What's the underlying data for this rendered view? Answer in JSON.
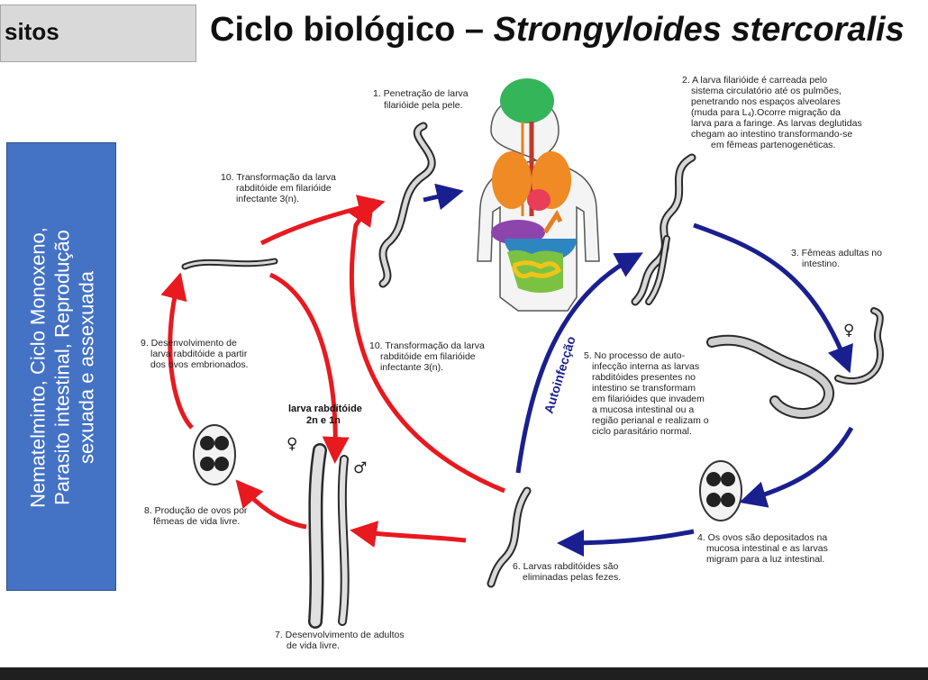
{
  "header": {
    "tab_label": "sitos",
    "title_plain": "Ciclo biológico – ",
    "title_italic": "Strongyloides stercoralis"
  },
  "sidebar": {
    "lines": [
      "Nematelminto, Ciclo Monoxeno,",
      "Parasito intestinal, Reprodução",
      "sexuada e assexuada"
    ]
  },
  "steps": {
    "s1": [
      "1. Penetração de larva",
      "filarióide pela pele."
    ],
    "s2": [
      "2. A larva filarióide é carreada pelo",
      "sistema circulatório até os pulmões,",
      "penetrando nos espaços alveolares",
      "(muda para L₄).Ocorre migração da",
      "larva para a faringe. As larvas deglutidas",
      "chegam ao intestino transformando-se",
      "em fêmeas partenogenéticas."
    ],
    "s3": [
      "3. Fêmeas adultas no",
      "intestino."
    ],
    "s4": [
      "4. Os ovos são depositados na",
      "mucosa intestinal e as larvas",
      "migram para a luz intestinal."
    ],
    "s5": [
      "5. No processo de auto-",
      "infecção interna as larvas",
      "rabditóides presentes no",
      "intestino se transformam",
      "em filarióides que invadem",
      "a mucosa intestinal ou a",
      "região perianal e realizam o",
      "ciclo parasitário normal."
    ],
    "s6": [
      "6. Larvas rabditóides são",
      "eliminadas pelas fezes."
    ],
    "s7": [
      "7. Desenvolvimento de adultos",
      "de vida livre."
    ],
    "s8": [
      "8. Produção de ovos por",
      "fêmeas de vida livre."
    ],
    "s9": [
      "9. Desenvolvimento de",
      "larva rabditóide a partir",
      "dos ovos embrionados."
    ],
    "s10a": [
      "10. Transformação da larva",
      "rabditóide em filarióide",
      "infectante 3(n)."
    ],
    "s10b": [
      "10. Transformação da larva",
      "rabditóide em filarióide",
      "infectante 3(n)."
    ]
  },
  "labels": {
    "autoinfeccao": "Autoinfecção",
    "larva_rabditoide": "larva rabditóide",
    "ploidy": "2n e 1n",
    "female_symbol": "♀",
    "male_symbol": "♂"
  },
  "colors": {
    "sidebar_bg": "#4472c4",
    "red_arrow": "#e8191f",
    "blue_arrow": "#1a1f8f",
    "tab_bg": "#d9d9d9"
  }
}
